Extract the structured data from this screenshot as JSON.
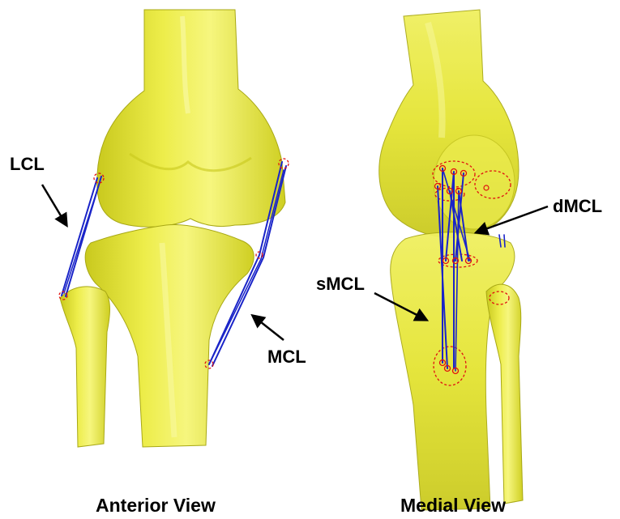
{
  "panels": [
    {
      "id": "anterior",
      "caption": "Anterior View",
      "labels": {
        "lcl": "LCL",
        "mcl": "MCL"
      }
    },
    {
      "id": "medial",
      "caption": "Medial View",
      "labels": {
        "dmcl": "dMCL",
        "smcl": "sMCL"
      }
    }
  ],
  "colors": {
    "bone_fill": "#e6e62e",
    "bone_light": "#f4f47a",
    "bone_shadow": "#b9b91a",
    "ligament": "#1a24c8",
    "attachment": "#e01010",
    "text": "#000000",
    "background": "#ffffff"
  }
}
